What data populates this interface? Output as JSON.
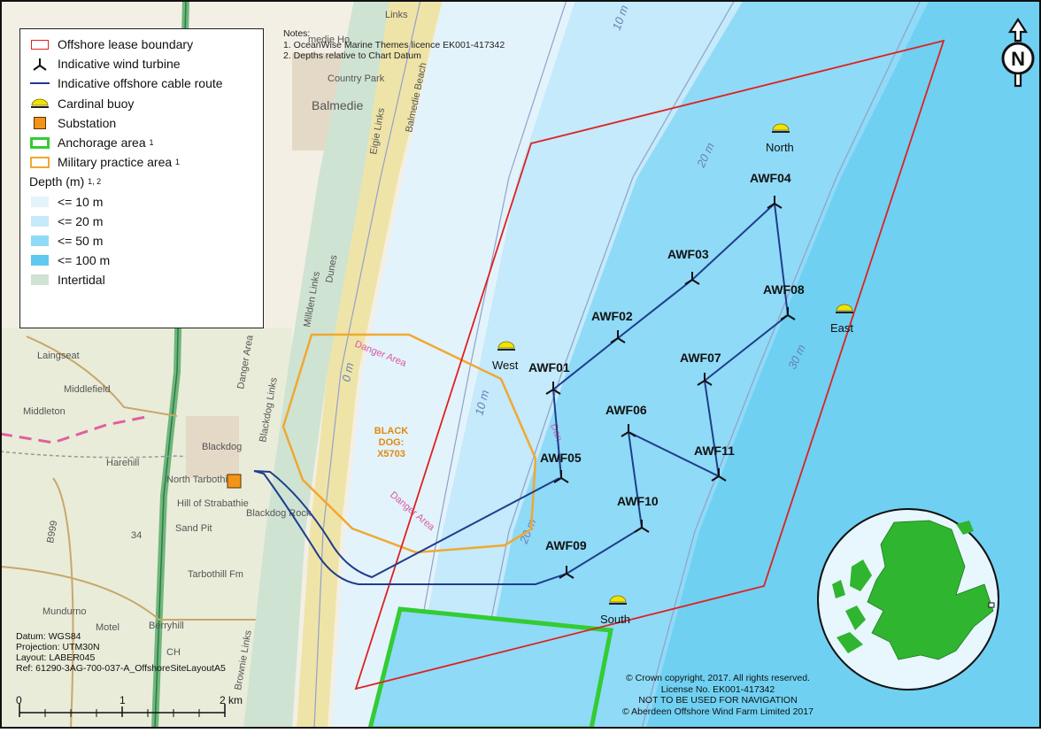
{
  "legend": {
    "items": [
      {
        "label": "Offshore lease boundary",
        "symbol": "lease-boundary"
      },
      {
        "label": "Indicative wind turbine",
        "symbol": "wind-turbine"
      },
      {
        "label": "Indicative offshore cable route",
        "symbol": "cable-route"
      },
      {
        "label": "Cardinal buoy",
        "symbol": "cardinal-buoy"
      },
      {
        "label": "Substation",
        "symbol": "substation"
      },
      {
        "label": "Anchorage area",
        "sup": "1",
        "symbol": "anchorage-area"
      },
      {
        "label": "Military practice area",
        "sup": "1",
        "symbol": "military-area"
      }
    ],
    "depth_title": "Depth (m)",
    "depth_sup": "1, 2",
    "depth_items": [
      {
        "label": "<= 10 m",
        "color": "#e3f3fc"
      },
      {
        "label": "<= 20 m",
        "color": "#c4eafb"
      },
      {
        "label": "<= 50 m",
        "color": "#8fdaf7"
      },
      {
        "label": "<= 100 m",
        "color": "#5fc8ef"
      },
      {
        "label": "Intertidal",
        "color": "#cfe3d3"
      }
    ]
  },
  "notes": {
    "title": "Notes:",
    "lines": [
      "1. OceanWise Marine Themes licence EK001-417342",
      "2. Depths relative to Chart Datum"
    ]
  },
  "turbines": [
    {
      "id": "AWF01"
    },
    {
      "id": "AWF02"
    },
    {
      "id": "AWF03"
    },
    {
      "id": "AWF04"
    },
    {
      "id": "AWF05"
    },
    {
      "id": "AWF06"
    },
    {
      "id": "AWF07"
    },
    {
      "id": "AWF08"
    },
    {
      "id": "AWF09"
    },
    {
      "id": "AWF10"
    },
    {
      "id": "AWF11"
    }
  ],
  "buoys": {
    "north": "North",
    "east": "East",
    "south": "South",
    "west": "West"
  },
  "contours": {
    "c0": "0 m",
    "c10": "10 m",
    "c20": "20 m",
    "c30": "30 m"
  },
  "military_area": {
    "line1": "BLACK",
    "line2": "DOG:",
    "line3": "X5703",
    "danger": "Danger Area",
    "danger_short": "Dan"
  },
  "land_labels": {
    "balmedie": "Balmedie",
    "country_park": "Country Park",
    "eigie_links": "Eigie Links",
    "balmedie_beach": "Balmedie Beach",
    "links": "Links",
    "dunes": "Dunes",
    "millden_links": "Millden Links",
    "laingseat": "Laingseat",
    "middlefield": "Middlefield",
    "middleton": "Middleton",
    "blackdog": "Blackdog",
    "blackdog_links": "Blackdog Links",
    "harehill": "Harehill",
    "north_tarbothill": "North Tarbothill",
    "hill_strabathie": "Hill of Strabathie",
    "blackdog_rock": "Blackdog Rock",
    "sand_pit": "Sand Pit",
    "tarbothill_fm": "Tarbothill Fm",
    "mundurno": "Mundurno",
    "berryhill": "Berryhill",
    "motel": "Motel",
    "brownie_links": "Brownie Links",
    "danger_area_land": "Danger Area",
    "b999": "B999",
    "medie_ho": "medie Ho",
    "ch": "CH",
    "n34": "34"
  },
  "north_arrow": "N",
  "datum": {
    "lines": [
      "Datum: WGS84",
      "Projection: UTM30N",
      "Layout: LABER045",
      "Ref: 61290-3AG-700-037-A_OffshoreSiteLayoutA5"
    ]
  },
  "copyright": {
    "lines": [
      "© Crown copyright, 2017. All rights reserved.",
      "License No. EK001-417342",
      "NOT TO BE USED FOR NAVIGATION",
      "© Aberdeen Offshore Wind Farm Limited 2017"
    ]
  },
  "scale": {
    "labels": [
      "0",
      "1",
      "2 km"
    ]
  },
  "colors": {
    "lease": "#e02020",
    "cable": "#1f3d8c",
    "anchorage": "#33cc33",
    "military": "#f0a830",
    "substation": "#f39419",
    "buoy": "#f1e300",
    "land_green": "#2fb52f"
  }
}
